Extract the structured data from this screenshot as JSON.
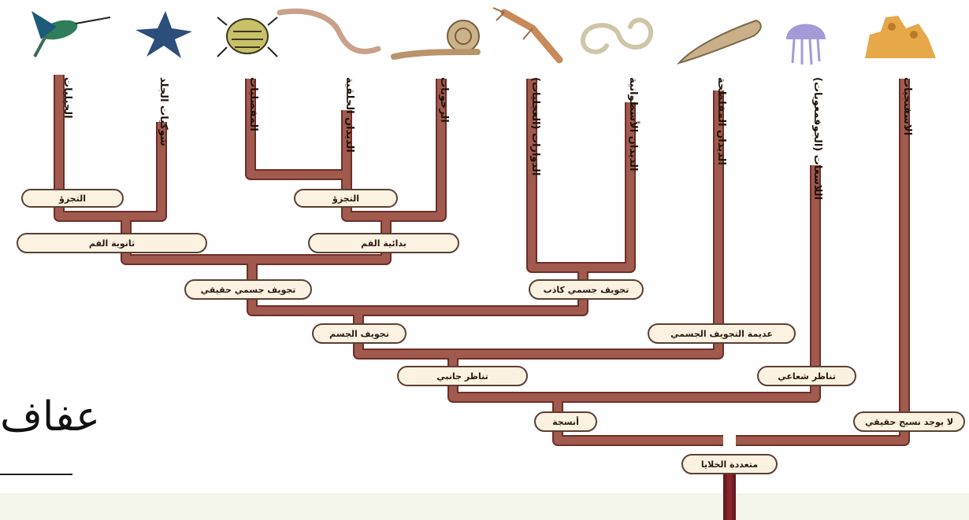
{
  "taxa": [
    "الحبليات",
    "شوكيات الجلد",
    "المفصليات",
    "الديدان الحلقية",
    "الرخويات",
    "الدوارات (العجليات)",
    "الديدان الأسطوانية",
    "الديدان المفلطحة",
    "اللاسعات (الجوفمعويات)",
    "الاسفنجيات"
  ],
  "nodes": {
    "segmentation": "التجزؤ",
    "deuterostome": "ثانوية الفم",
    "protostome": "بدائية الفم",
    "true_coelom": "تجويف جسمي حقيقي",
    "pseudocoelom": "تجويف جسمي كاذب",
    "body_cavity": "تجويف الجسم",
    "acoelom": "عديمة التجويف الجسمي",
    "bilateral": "تناظر جانبي",
    "radial": "تناظر شعاعي",
    "tissues": "أنسجة",
    "no_tissues": "لا يوجد نسيج حقيقي",
    "multicellular": "متعددة الخلايا"
  },
  "handwriting": "عفاف",
  "colors": {
    "branch": "#a05a4e",
    "branch_edge": "#6e2e28",
    "trunk": "#7a1c22",
    "pill_fill": "#fbf2e2",
    "pill_edge": "#5a4034"
  }
}
